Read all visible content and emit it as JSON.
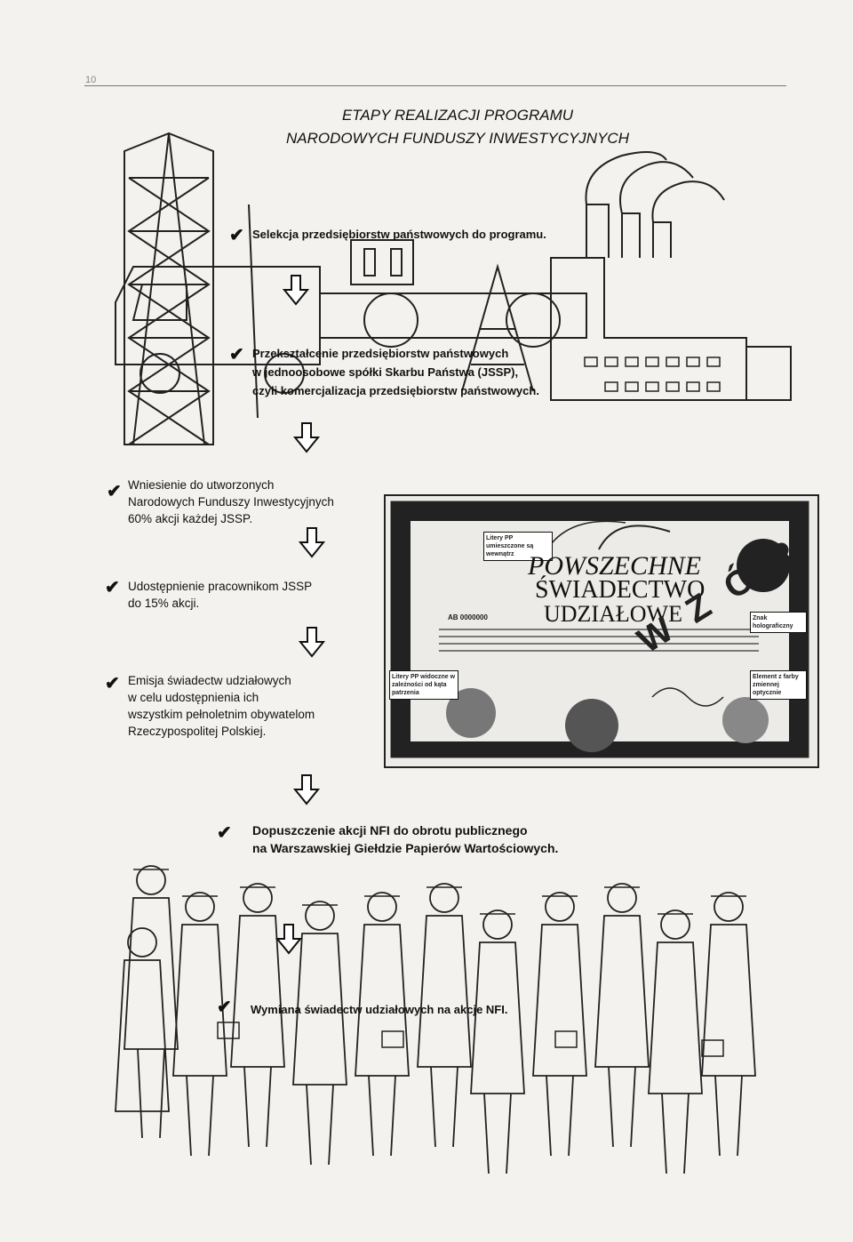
{
  "header": {
    "page_number": "10",
    "title_line1": "ETAPY REALIZACJI PROGRAMU",
    "title_line2": "NARODOWYCH FUNDUSZY INWESTYCYJNYCH"
  },
  "steps": {
    "step1": "Selekcja przedsiębiorstw państwowych do programu.",
    "step2_line1": "Przekształcenie przedsiębiorstw państwowych",
    "step2_line2": "w jednoosobowe spółki Skarbu Państwa (JSSP),",
    "step2_line3": "czyli komercjalizacja przedsiębiorstw państwowych.",
    "step3_line1": "Wniesienie do utworzonych",
    "step3_line2": "Narodowych Funduszy Inwestycyjnych",
    "step3_line3": "60% akcji każdej JSSP.",
    "step4_line1": "Udostępnienie pracownikom JSSP",
    "step4_line2": "do 15% akcji.",
    "step5_line1": "Emisja świadectw udziałowych",
    "step5_line2": "w celu udostępnienia ich",
    "step5_line3": "wszystkim pełnoletnim obywatelom",
    "step5_line4": "Rzeczypospolitej Polskiej.",
    "step6_line1": "Dopuszczenie akcji NFI do obrotu publicznego",
    "step6_line2": "na Warszawskiej Giełdzie Papierów Wartościowych.",
    "step7": "Wymiana świadectw udziałowych na akcje NFI."
  },
  "certificate": {
    "title_word1": "POWSZECHNE",
    "title_word2": "ŚWIADECTWO",
    "title_word3": "UDZIAŁOWE",
    "number": "AB 0000000",
    "stamp": "WZÓR",
    "small_left_top": "Litery PP umieszczone są wewnątrz",
    "small_left_mid": "Litery PP widoczne w zależności od kąta patrzenia",
    "small_right_top": "Znak holograficzny",
    "small_right_mid": "Element z farby zmiennej optycznie"
  },
  "colors": {
    "paper": "#f3f2ef",
    "ink": "#111111"
  }
}
